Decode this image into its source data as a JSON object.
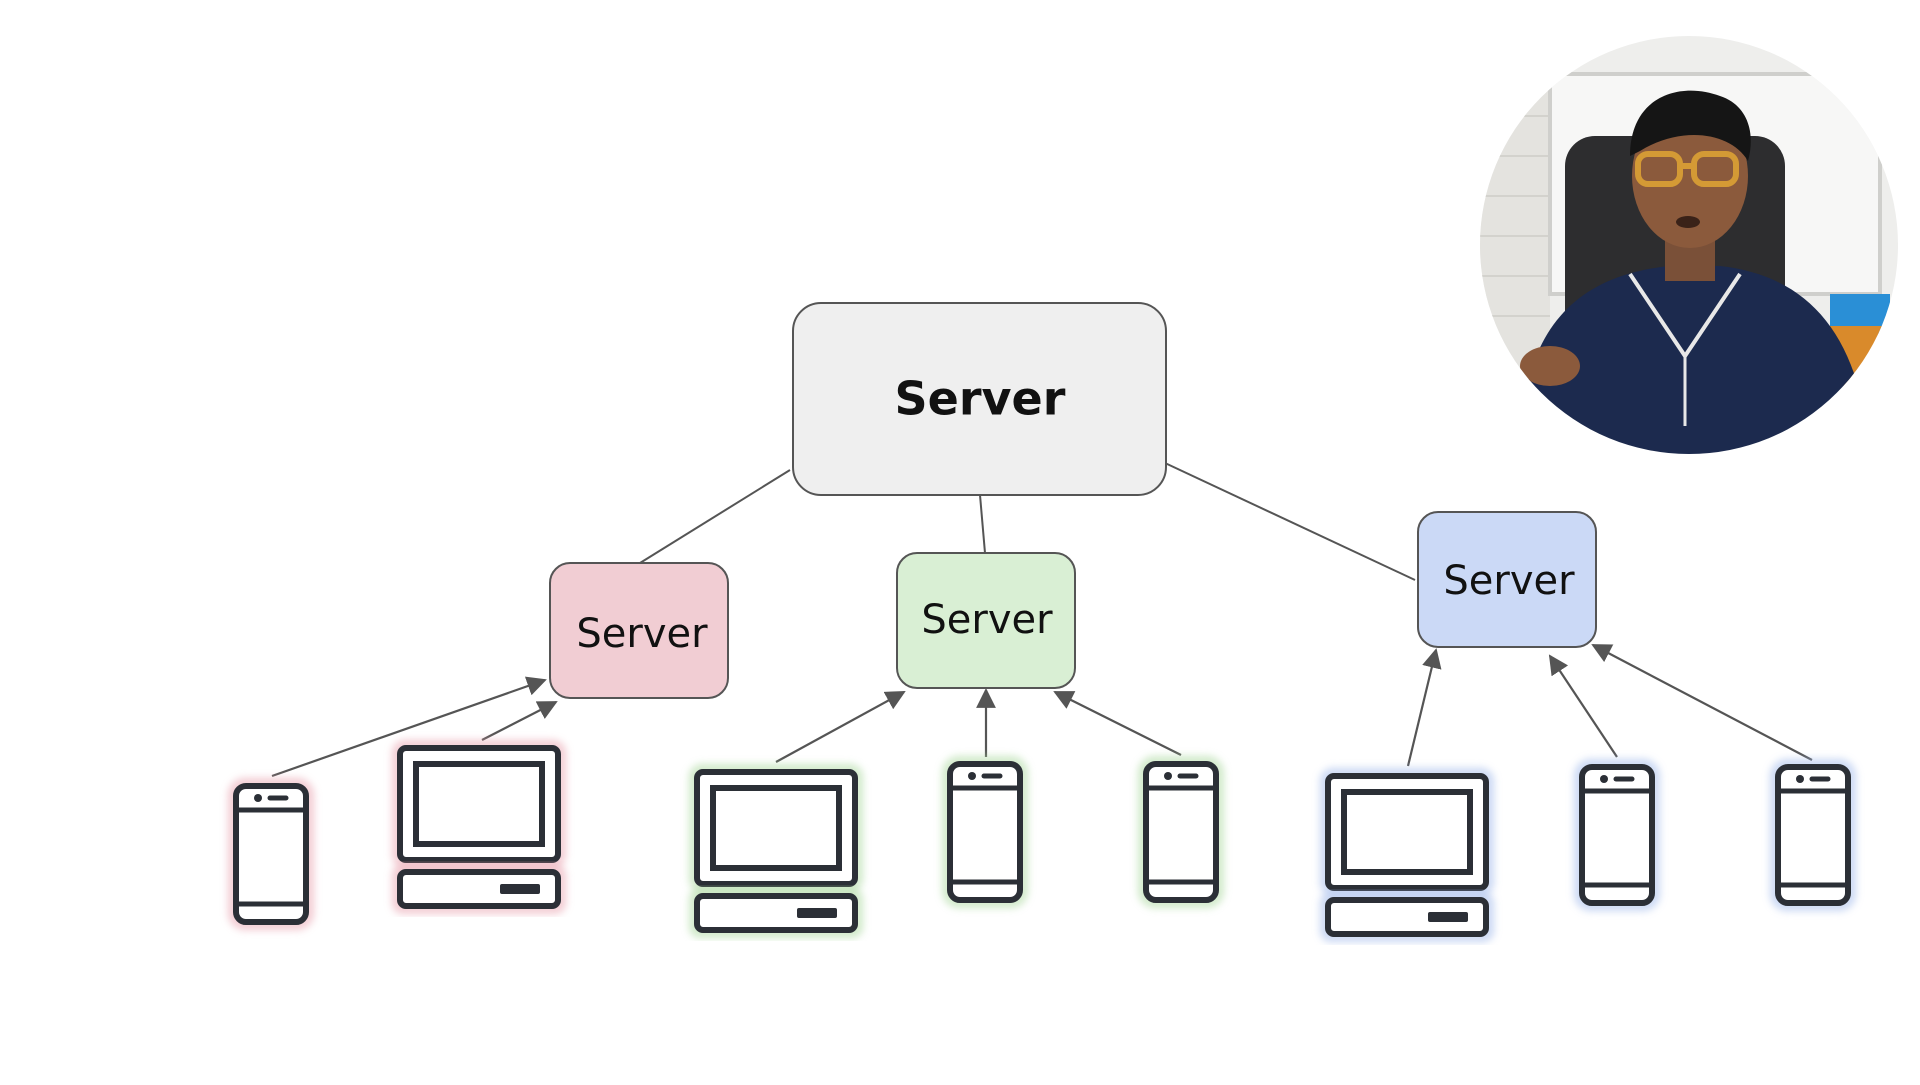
{
  "diagram": {
    "root": {
      "label": "Server",
      "color": "#efefef"
    },
    "mid_servers": [
      {
        "label": "Server",
        "color": "#f1cdd3",
        "device_color": "#e8a0ad"
      },
      {
        "label": "Server",
        "color": "#d9efd4",
        "device_color": "#a8d79b"
      },
      {
        "label": "Server",
        "color": "#cbd9f6",
        "device_color": "#9fb8ea"
      }
    ],
    "line_color": "#555555",
    "device_stroke": "#2b2f36",
    "clients": [
      {
        "type": "phone-icon",
        "group": 0
      },
      {
        "type": "laptop-icon",
        "group": 0
      },
      {
        "type": "laptop-icon",
        "group": 1
      },
      {
        "type": "phone-icon",
        "group": 1
      },
      {
        "type": "phone-icon",
        "group": 1
      },
      {
        "type": "laptop-icon",
        "group": 2
      },
      {
        "type": "phone-icon",
        "group": 2
      },
      {
        "type": "phone-icon",
        "group": 2
      }
    ]
  },
  "webcam": {
    "content": "presenter-webcam-feed"
  }
}
